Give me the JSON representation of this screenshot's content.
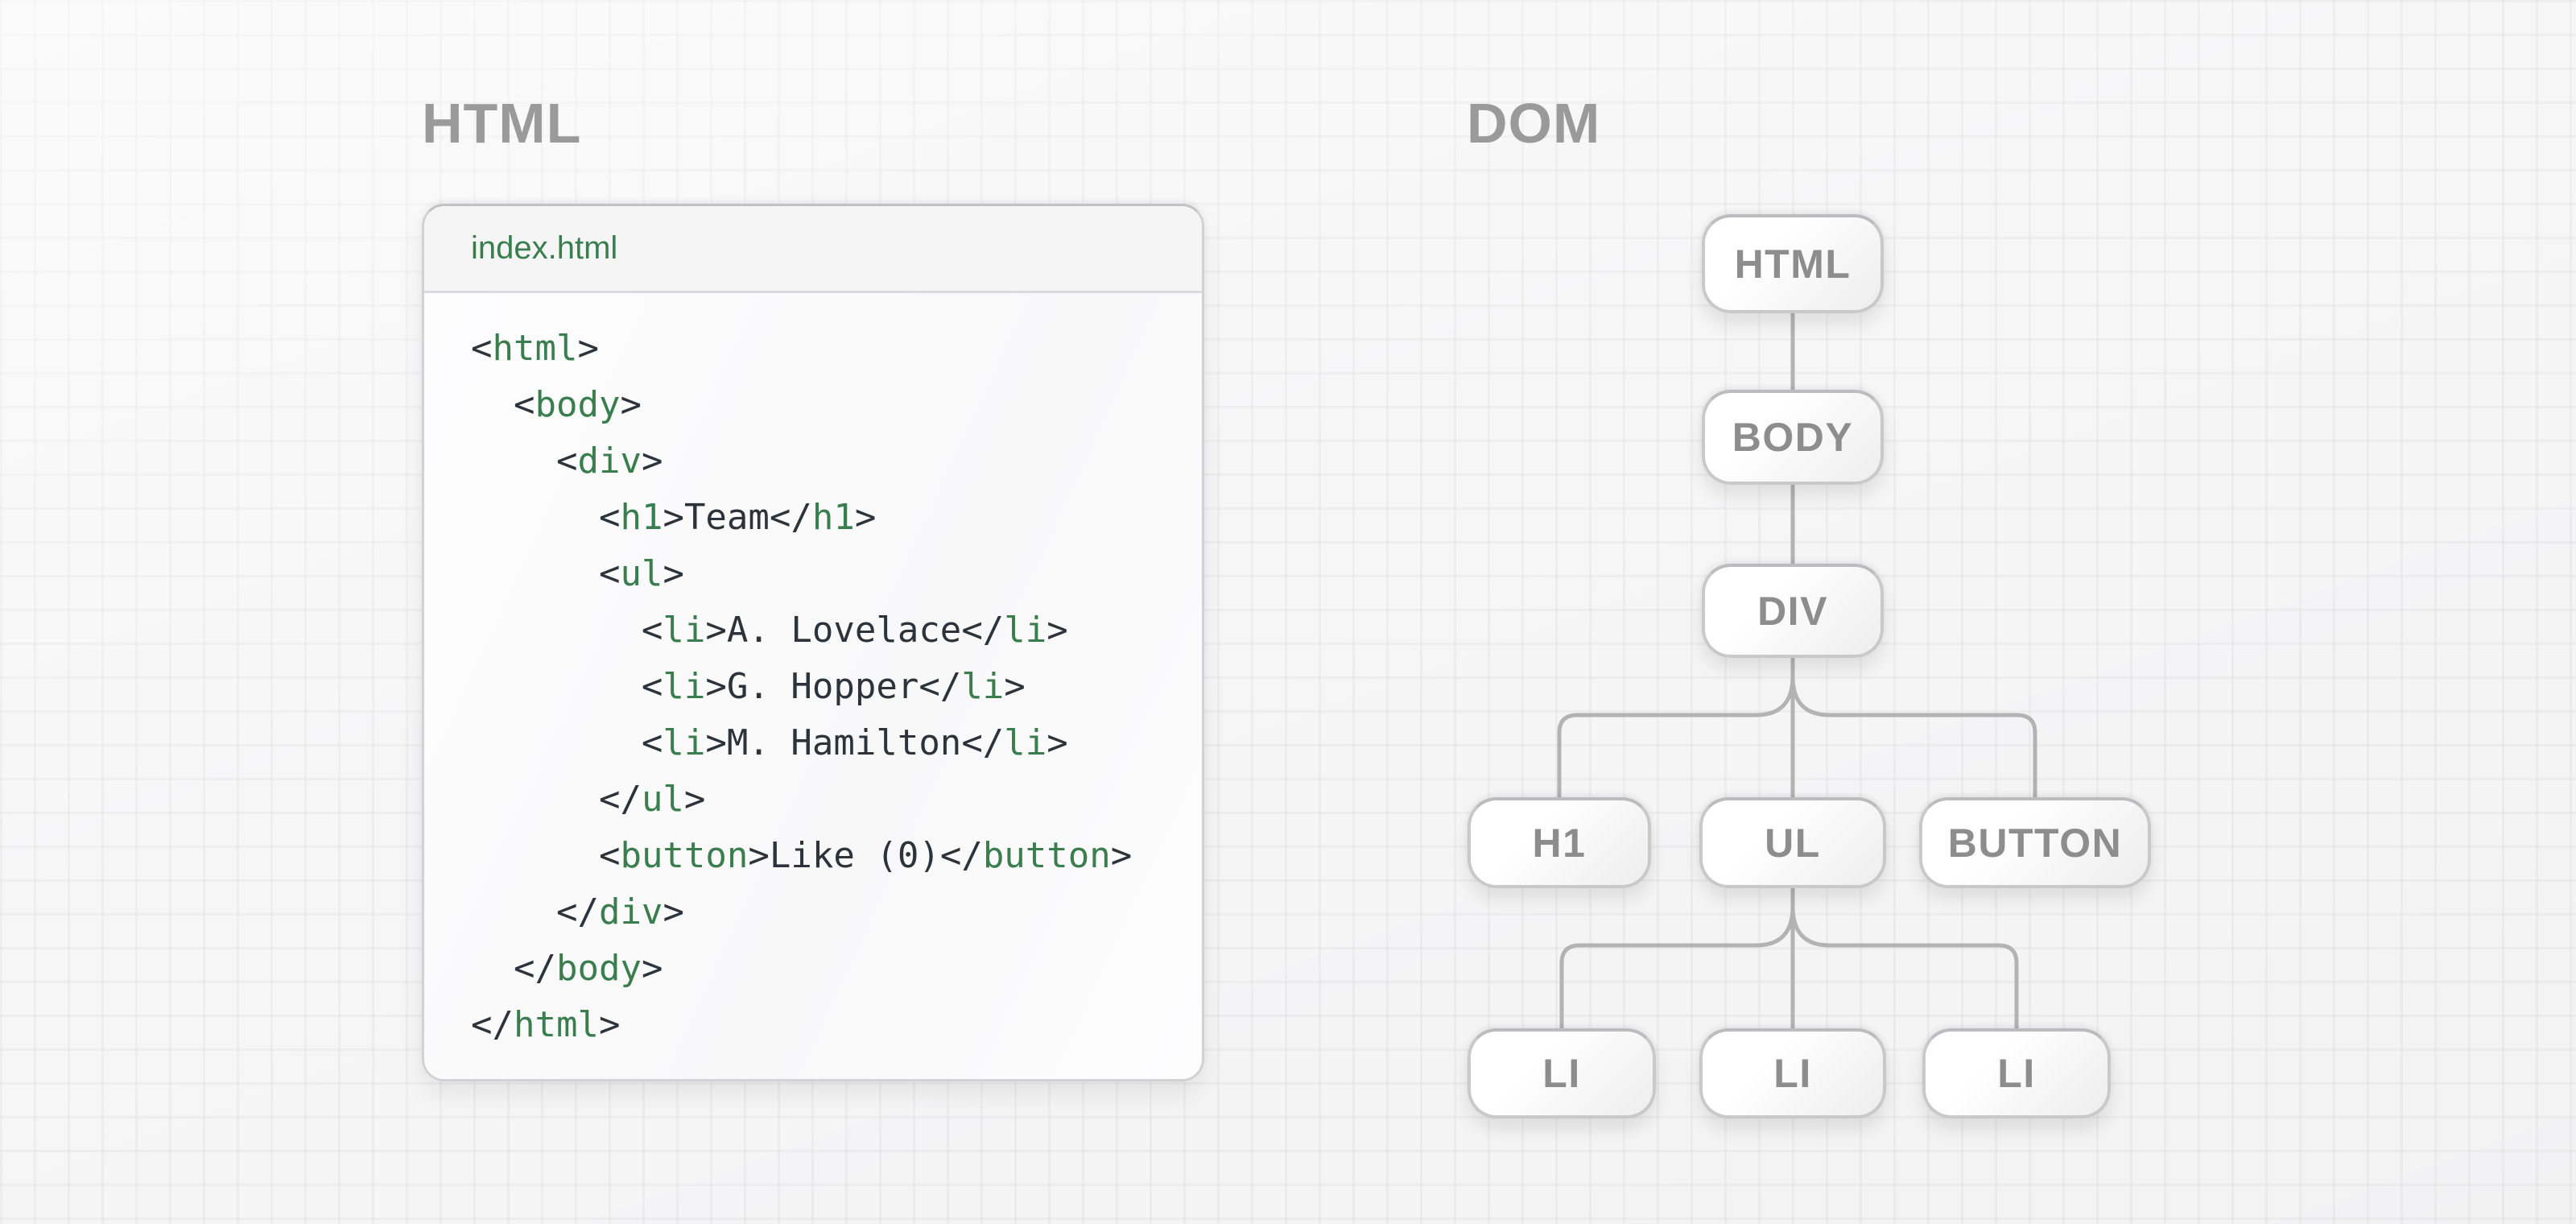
{
  "colors": {
    "title_gray": "#9a9a9a",
    "node_label_gray": "#8d8d8d",
    "node_border": "#c9c9c9",
    "connector": "#b3b3b3",
    "tag_green": "#3a7d4e",
    "code_dark": "#2c333a",
    "card_border": "#d2d2d4",
    "card_header_bg": "#f5f5f6",
    "card_body_bg": "#fbfbfc",
    "page_bg": "#f6f6f7"
  },
  "html_panel": {
    "title": "HTML",
    "editor": {
      "filename": "index.html",
      "code_lines": [
        {
          "indent": 0,
          "tokens": [
            [
              "p",
              "<"
            ],
            [
              "tag",
              "html"
            ],
            [
              "p",
              ">"
            ]
          ]
        },
        {
          "indent": 2,
          "tokens": [
            [
              "p",
              "<"
            ],
            [
              "tag",
              "body"
            ],
            [
              "p",
              ">"
            ]
          ]
        },
        {
          "indent": 4,
          "tokens": [
            [
              "p",
              "<"
            ],
            [
              "tag",
              "div"
            ],
            [
              "p",
              ">"
            ]
          ]
        },
        {
          "indent": 6,
          "tokens": [
            [
              "p",
              "<"
            ],
            [
              "tag",
              "h1"
            ],
            [
              "p",
              ">"
            ],
            [
              "text",
              "Team"
            ],
            [
              "p",
              "</"
            ],
            [
              "tag",
              "h1"
            ],
            [
              "p",
              ">"
            ]
          ]
        },
        {
          "indent": 6,
          "tokens": [
            [
              "p",
              "<"
            ],
            [
              "tag",
              "ul"
            ],
            [
              "p",
              ">"
            ]
          ]
        },
        {
          "indent": 8,
          "tokens": [
            [
              "p",
              "<"
            ],
            [
              "tag",
              "li"
            ],
            [
              "p",
              ">"
            ],
            [
              "text",
              "A. Lovelace"
            ],
            [
              "p",
              "</"
            ],
            [
              "tag",
              "li"
            ],
            [
              "p",
              ">"
            ]
          ]
        },
        {
          "indent": 8,
          "tokens": [
            [
              "p",
              "<"
            ],
            [
              "tag",
              "li"
            ],
            [
              "p",
              ">"
            ],
            [
              "text",
              "G. Hopper"
            ],
            [
              "p",
              "</"
            ],
            [
              "tag",
              "li"
            ],
            [
              "p",
              ">"
            ]
          ]
        },
        {
          "indent": 8,
          "tokens": [
            [
              "p",
              "<"
            ],
            [
              "tag",
              "li"
            ],
            [
              "p",
              ">"
            ],
            [
              "text",
              "M. Hamilton"
            ],
            [
              "p",
              "</"
            ],
            [
              "tag",
              "li"
            ],
            [
              "p",
              ">"
            ]
          ]
        },
        {
          "indent": 6,
          "tokens": [
            [
              "p",
              "</"
            ],
            [
              "tag",
              "ul"
            ],
            [
              "p",
              ">"
            ]
          ]
        },
        {
          "indent": 6,
          "tokens": [
            [
              "p",
              "<"
            ],
            [
              "tag",
              "button"
            ],
            [
              "p",
              ">"
            ],
            [
              "text",
              "Like (0)"
            ],
            [
              "p",
              "</"
            ],
            [
              "tag",
              "button"
            ],
            [
              "p",
              ">"
            ]
          ]
        },
        {
          "indent": 4,
          "tokens": [
            [
              "p",
              "</"
            ],
            [
              "tag",
              "div"
            ],
            [
              "p",
              ">"
            ]
          ]
        },
        {
          "indent": 2,
          "tokens": [
            [
              "p",
              "</"
            ],
            [
              "tag",
              "body"
            ],
            [
              "p",
              ">"
            ]
          ]
        },
        {
          "indent": 0,
          "tokens": [
            [
              "p",
              "</"
            ],
            [
              "tag",
              "html"
            ],
            [
              "p",
              ">"
            ]
          ]
        }
      ]
    }
  },
  "dom_panel": {
    "title": "DOM",
    "tree": {
      "nodes": [
        {
          "id": "html",
          "label": "HTML",
          "parent": null
        },
        {
          "id": "body",
          "label": "BODY",
          "parent": "html"
        },
        {
          "id": "div",
          "label": "DIV",
          "parent": "body"
        },
        {
          "id": "h1",
          "label": "H1",
          "parent": "div"
        },
        {
          "id": "ul",
          "label": "UL",
          "parent": "div"
        },
        {
          "id": "button",
          "label": "BUTTON",
          "parent": "div"
        },
        {
          "id": "li-1",
          "label": "LI",
          "parent": "ul"
        },
        {
          "id": "li-2",
          "label": "LI",
          "parent": "ul"
        },
        {
          "id": "li-3",
          "label": "LI",
          "parent": "ul"
        }
      ]
    }
  }
}
